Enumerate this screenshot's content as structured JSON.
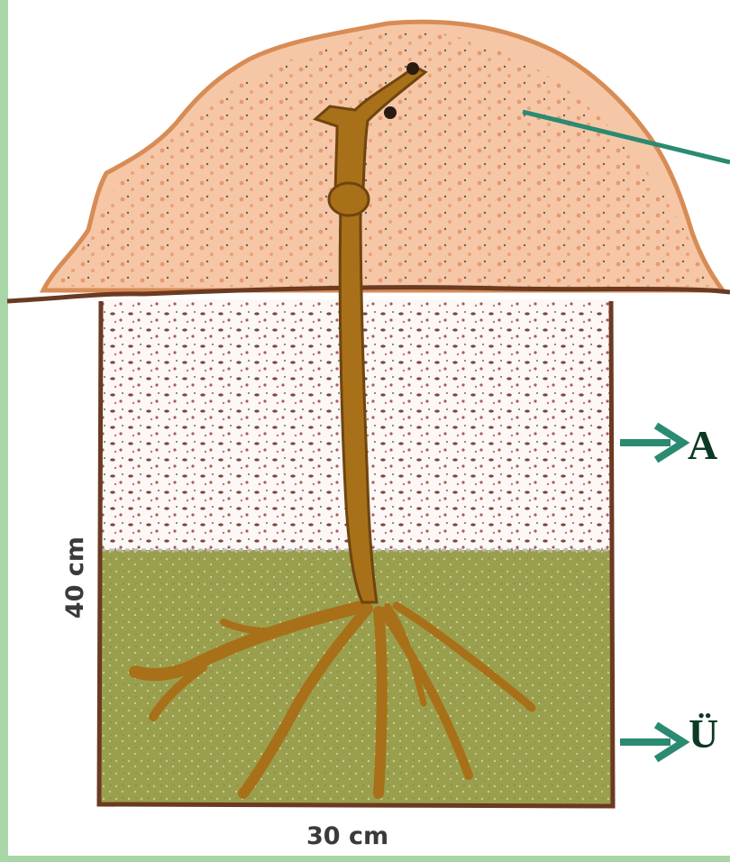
{
  "diagram": {
    "labels": {
      "depth": "40 cm",
      "width": "30 cm",
      "topsoil_marker": "A",
      "subsoil_marker": "Ü"
    },
    "colors": {
      "background": "#ffffff",
      "frame": "#a9d6a6",
      "mound_fill": "#f6c7a6",
      "mound_outline": "#d88c55",
      "ground_line": "#6b3a22",
      "pit_outline": "#6b3a22",
      "topsoil_speckle": "#8a3b3b",
      "subsoil_fill": "#9a9f4e",
      "stem": "#a87018",
      "stem_dark": "#6e4510",
      "arrow": "#2a8a72"
    },
    "icons": {
      "arrow": "right-arrow-icon",
      "pointer": "pointer-line"
    }
  }
}
